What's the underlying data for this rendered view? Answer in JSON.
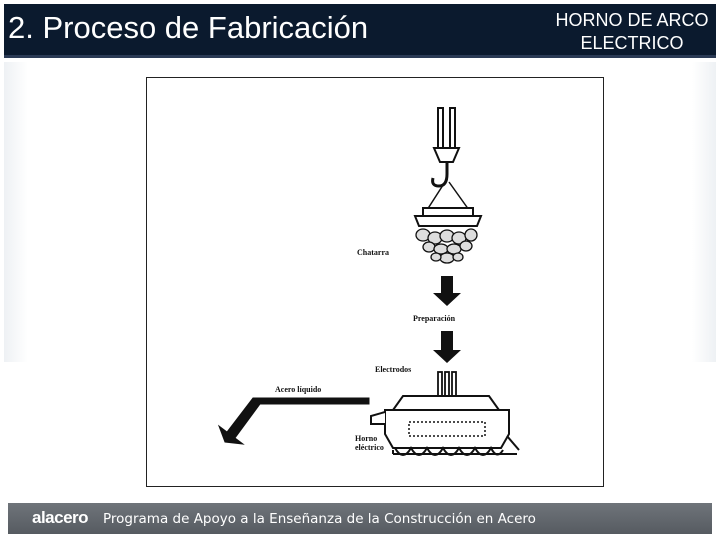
{
  "header": {
    "title": "2. Proceso de Fabricación",
    "subtitle_line1": "HORNO DE ARCO",
    "subtitle_line2": "ELECTRICO"
  },
  "figure": {
    "labels": {
      "chatarra": "Chatarra",
      "preparacion": "Preparación",
      "electrodos": "Electrodos",
      "acero_liquido": "Acero líquido",
      "horno_line1": "Horno",
      "horno_line2": "eléctrico"
    }
  },
  "footer": {
    "logo": "alacero",
    "text": "Programa de Apoyo a la Enseñanza de la Construcción en Acero"
  },
  "colors": {
    "header_bg": "#0b1a2e",
    "footer_bg": "#5e6369",
    "text_light": "#ffffff"
  }
}
